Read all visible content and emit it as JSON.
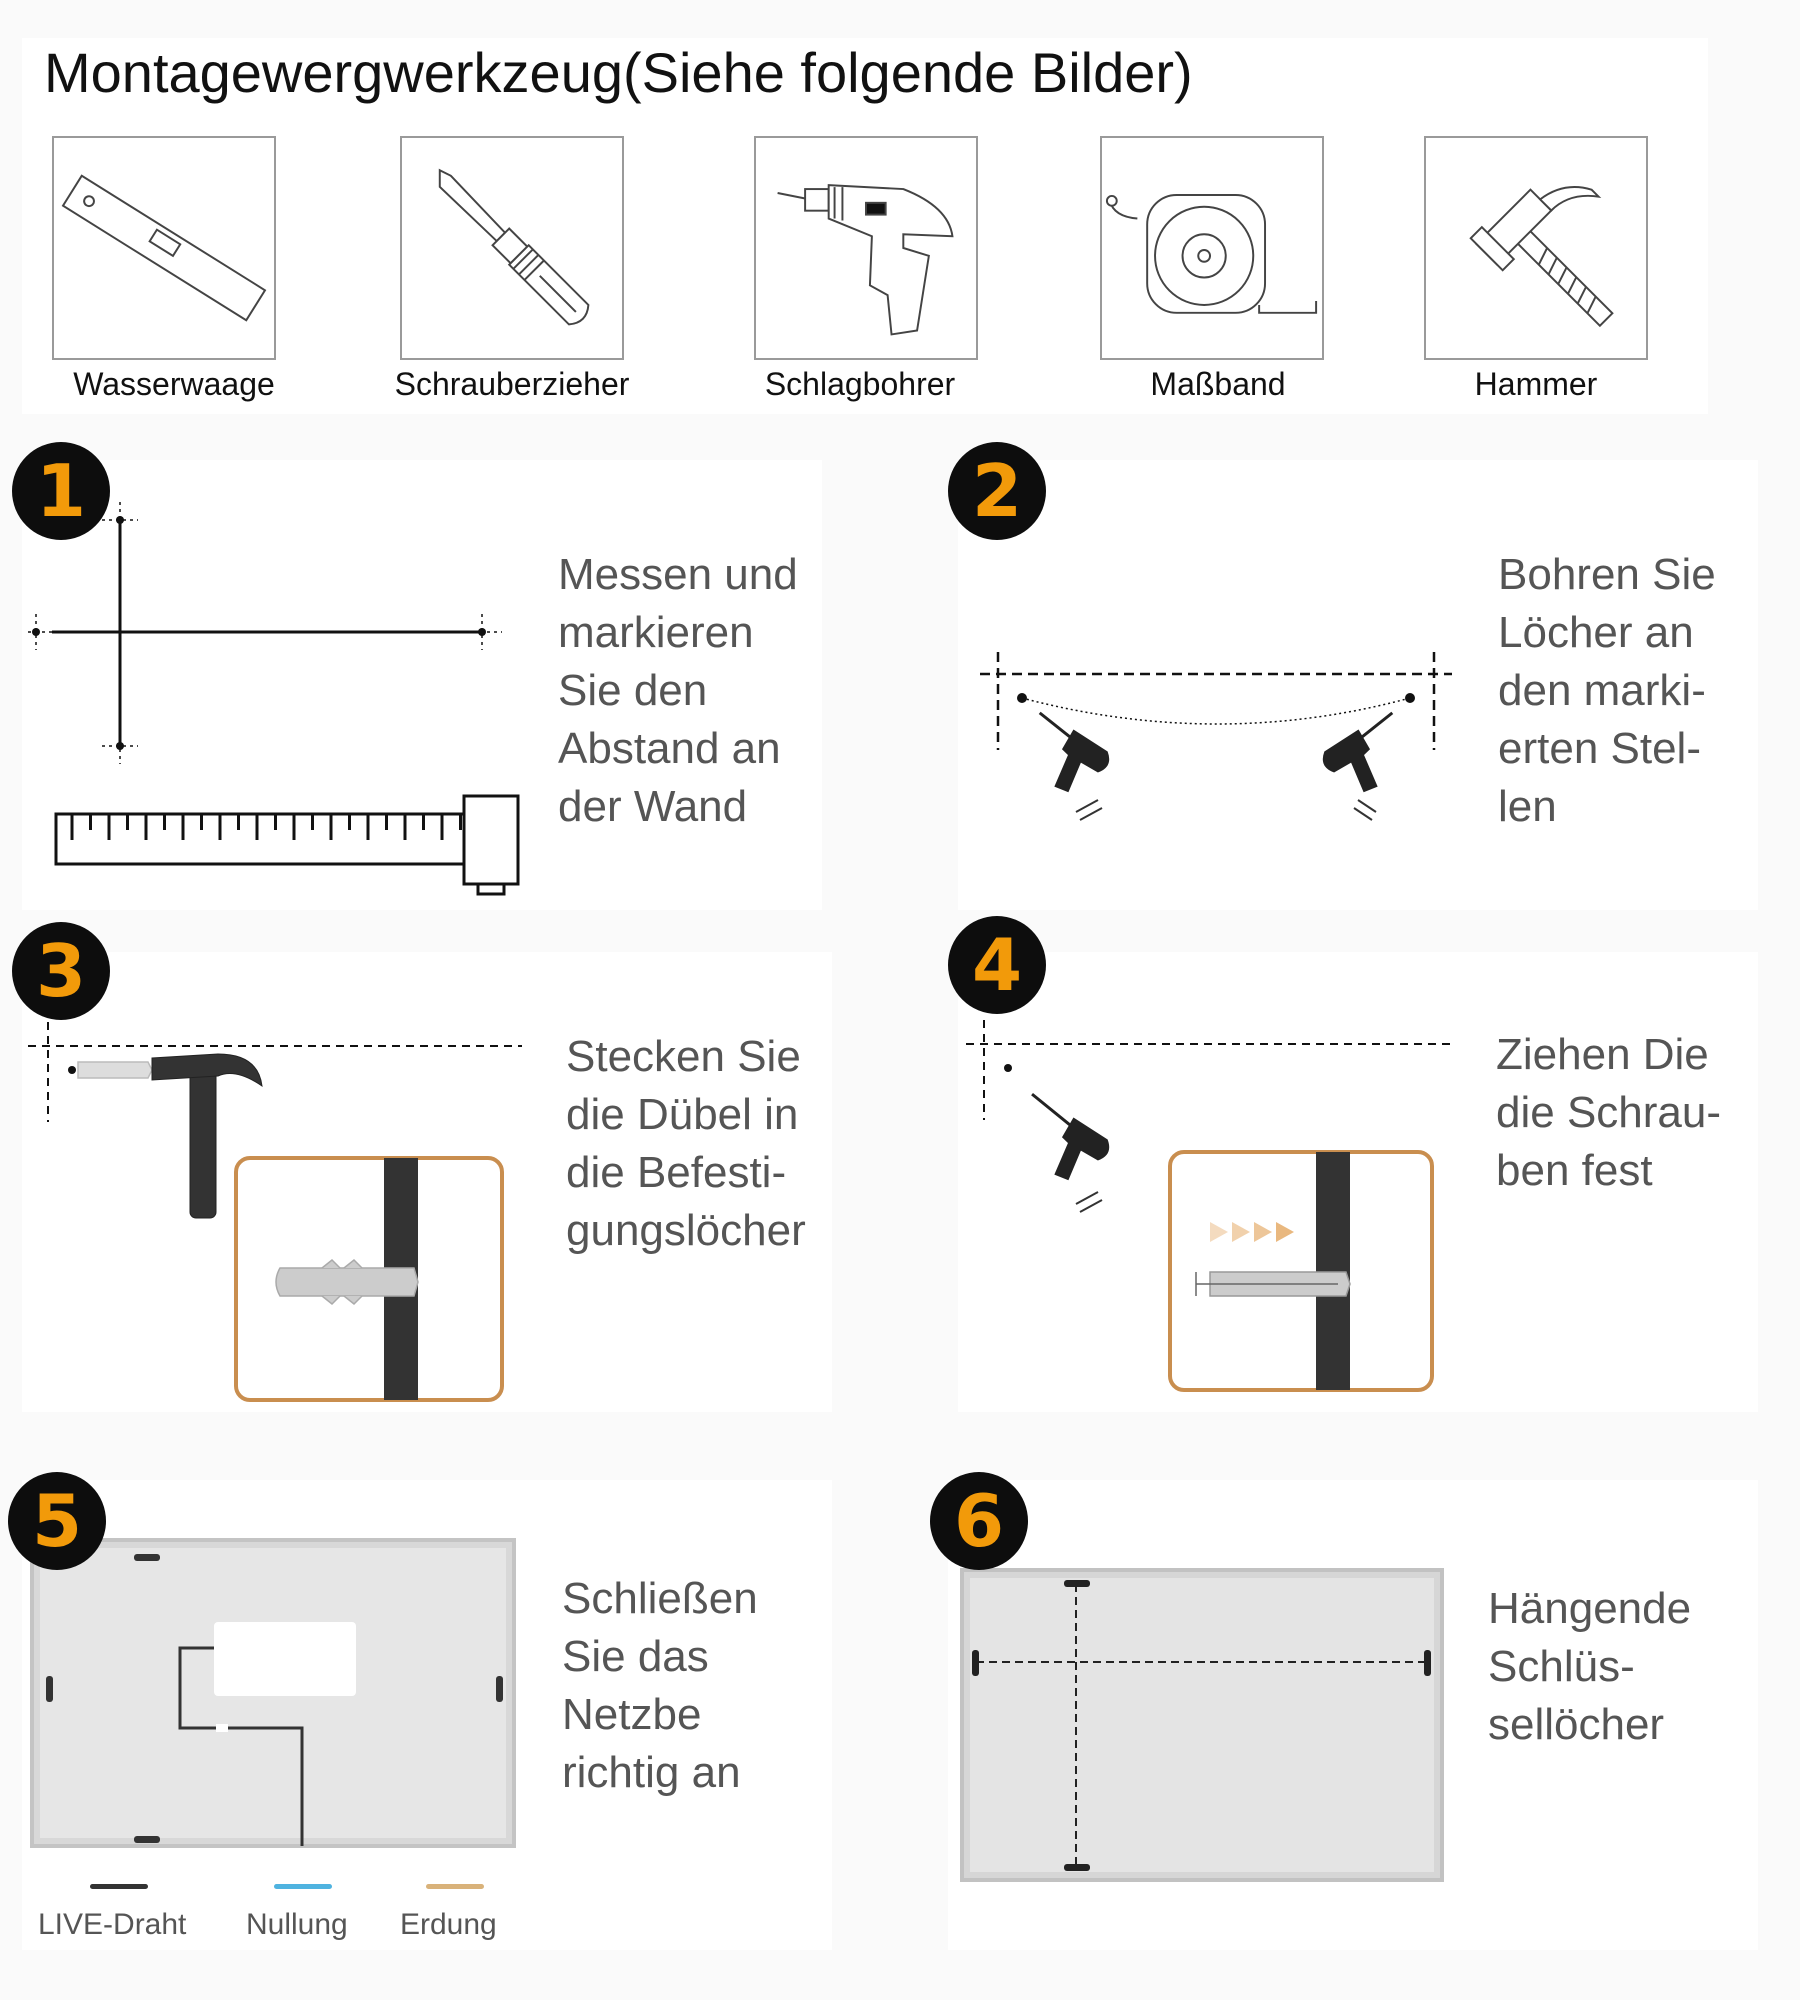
{
  "header": {
    "title": "Montagewergwerkzeug(Siehe  folgende Bilder)"
  },
  "tools": [
    {
      "label": "Wasserwaage",
      "icon": "spirit-level-icon"
    },
    {
      "label": "Schrauberzieher",
      "icon": "screwdriver-icon"
    },
    {
      "label": "Schlagbohrer",
      "icon": "drill-icon"
    },
    {
      "label": "Maßband",
      "icon": "tape-measure-icon"
    },
    {
      "label": "Hammer",
      "icon": "hammer-icon"
    }
  ],
  "steps": [
    {
      "number": "1",
      "text": "Messen und\nmarkieren\nSie den\nAbstand an\nder Wand"
    },
    {
      "number": "2",
      "text": "Bohren Sie\nLöcher an\nden marki-\nerten Stel-\nlen"
    },
    {
      "number": "3",
      "text": "Stecken Sie\ndie Dübel in\ndie Befesti-\ngungslöcher"
    },
    {
      "number": "4",
      "text": "Ziehen Die\ndie Schrau-\nben fest"
    },
    {
      "number": "5",
      "text": "Schließen\nSie das\nNetzbe\nrichtig an"
    },
    {
      "number": "6",
      "text": "Hängende\nSchlüs-\nsellöcher"
    }
  ],
  "legend": [
    {
      "label": "LIVE-Draht",
      "color": "#333333"
    },
    {
      "label": "Nullung",
      "color": "#4fb3e0"
    },
    {
      "label": "Erdung",
      "color": "#d9b27a"
    }
  ],
  "colors": {
    "badge_bg": "#0d0d0d",
    "badge_fg": "#f29a0a",
    "frame_orange": "#c98e4f"
  }
}
